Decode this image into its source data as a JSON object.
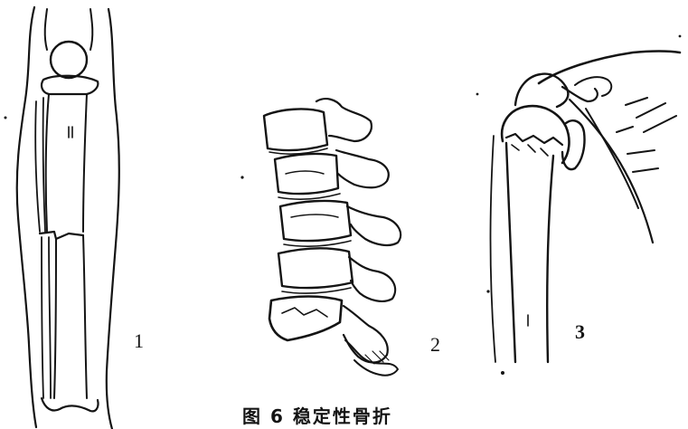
{
  "figure": {
    "panels": [
      {
        "id": "panel-1",
        "label": "1"
      },
      {
        "id": "panel-2",
        "label": "2"
      },
      {
        "id": "panel-3",
        "label": "3"
      }
    ],
    "caption": "图 6  稳定性骨折"
  },
  "colors": {
    "ink": "#141414",
    "paper": "#ffffff"
  }
}
